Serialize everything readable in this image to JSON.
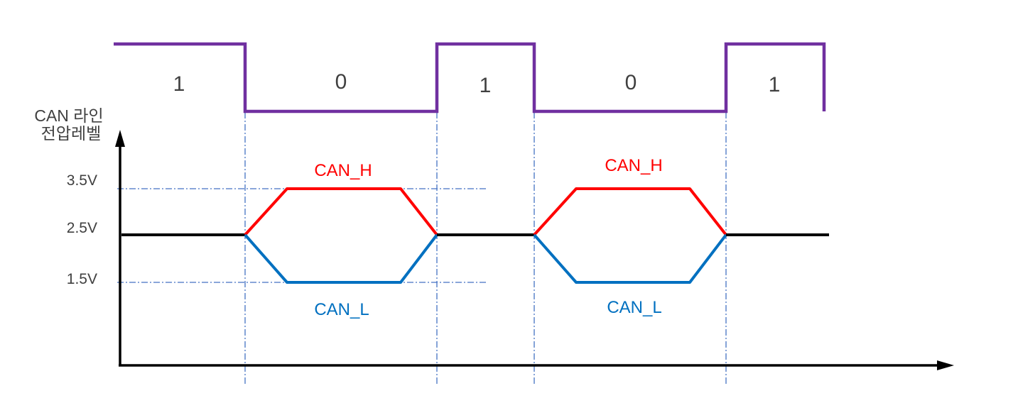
{
  "page": {
    "background": "#ffffff"
  },
  "colors": {
    "can_h": "#ff0000",
    "can_l": "#0070c0",
    "digital_signal": "#7030a0",
    "gridline": "#4472c4",
    "axis": "#000000",
    "label_text": "#404040"
  },
  "y_axis_label": [
    "CAN 라인",
    "전압레벨"
  ],
  "chart_data": {
    "type": "line",
    "title": "CAN 라인 전압레벨",
    "bits": [
      "1",
      "0",
      "1",
      "0",
      "1"
    ],
    "y_ticks": [
      "3.5V",
      "2.5V",
      "1.5V"
    ],
    "y_tick_values": [
      3.5,
      2.5,
      1.5
    ],
    "recessive_voltage": 2.5,
    "dominant_high_voltage": 3.5,
    "dominant_low_voltage": 1.5,
    "series": [
      {
        "name": "CAN_H",
        "levels_per_bit": [
          2.5,
          3.5,
          2.5,
          3.5,
          2.5
        ]
      },
      {
        "name": "CAN_L",
        "levels_per_bit": [
          2.5,
          1.5,
          2.5,
          1.5,
          2.5
        ]
      }
    ],
    "grid": "dashed-blue-at-bit-edges-and-voltage-levels",
    "legend_position": "inline-labels"
  }
}
